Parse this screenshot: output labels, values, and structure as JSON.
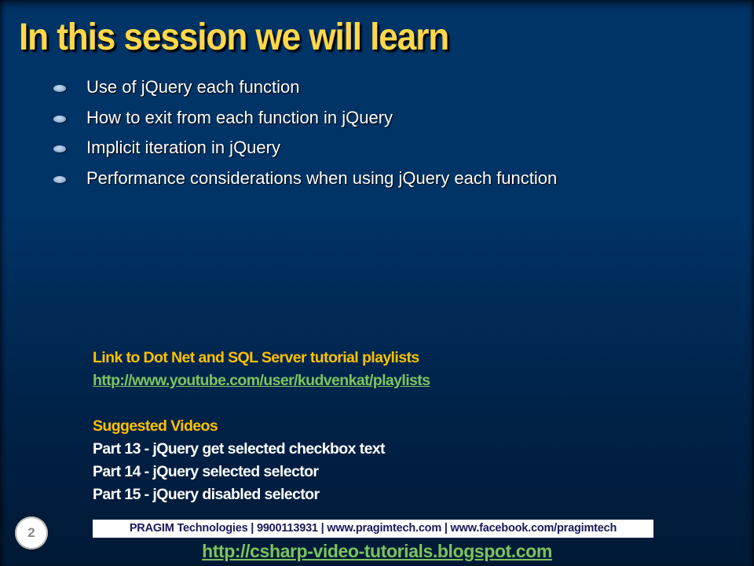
{
  "slide": {
    "title": "In this session we will learn",
    "bullets": [
      "Use of jQuery each function",
      "How to exit from each function in jQuery",
      "Implicit iteration in jQuery",
      "Performance considerations when using jQuery each function"
    ],
    "links": {
      "playlist_heading": "Link to Dot Net and SQL Server tutorial playlists",
      "playlist_url": "http://www.youtube.com/user/kudvenkat/playlists",
      "suggested_heading": "Suggested Videos",
      "suggested": [
        "Part 13 - jQuery get selected checkbox text",
        "Part 14 - jQuery selected selector",
        "Part 15 - jQuery disabled selector"
      ]
    },
    "slide_number": "2",
    "footer_bar": "PRAGIM Technologies | 9900113931 | www.pragimtech.com | www.facebook.com/pragimtech",
    "footer_url": "http://csharp-video-tutorials.blogspot.com",
    "colors": {
      "background": "#003366",
      "title": "#ffd84a",
      "heading": "#ffc000",
      "link": "#7cc45e",
      "text": "#ffffff"
    }
  }
}
